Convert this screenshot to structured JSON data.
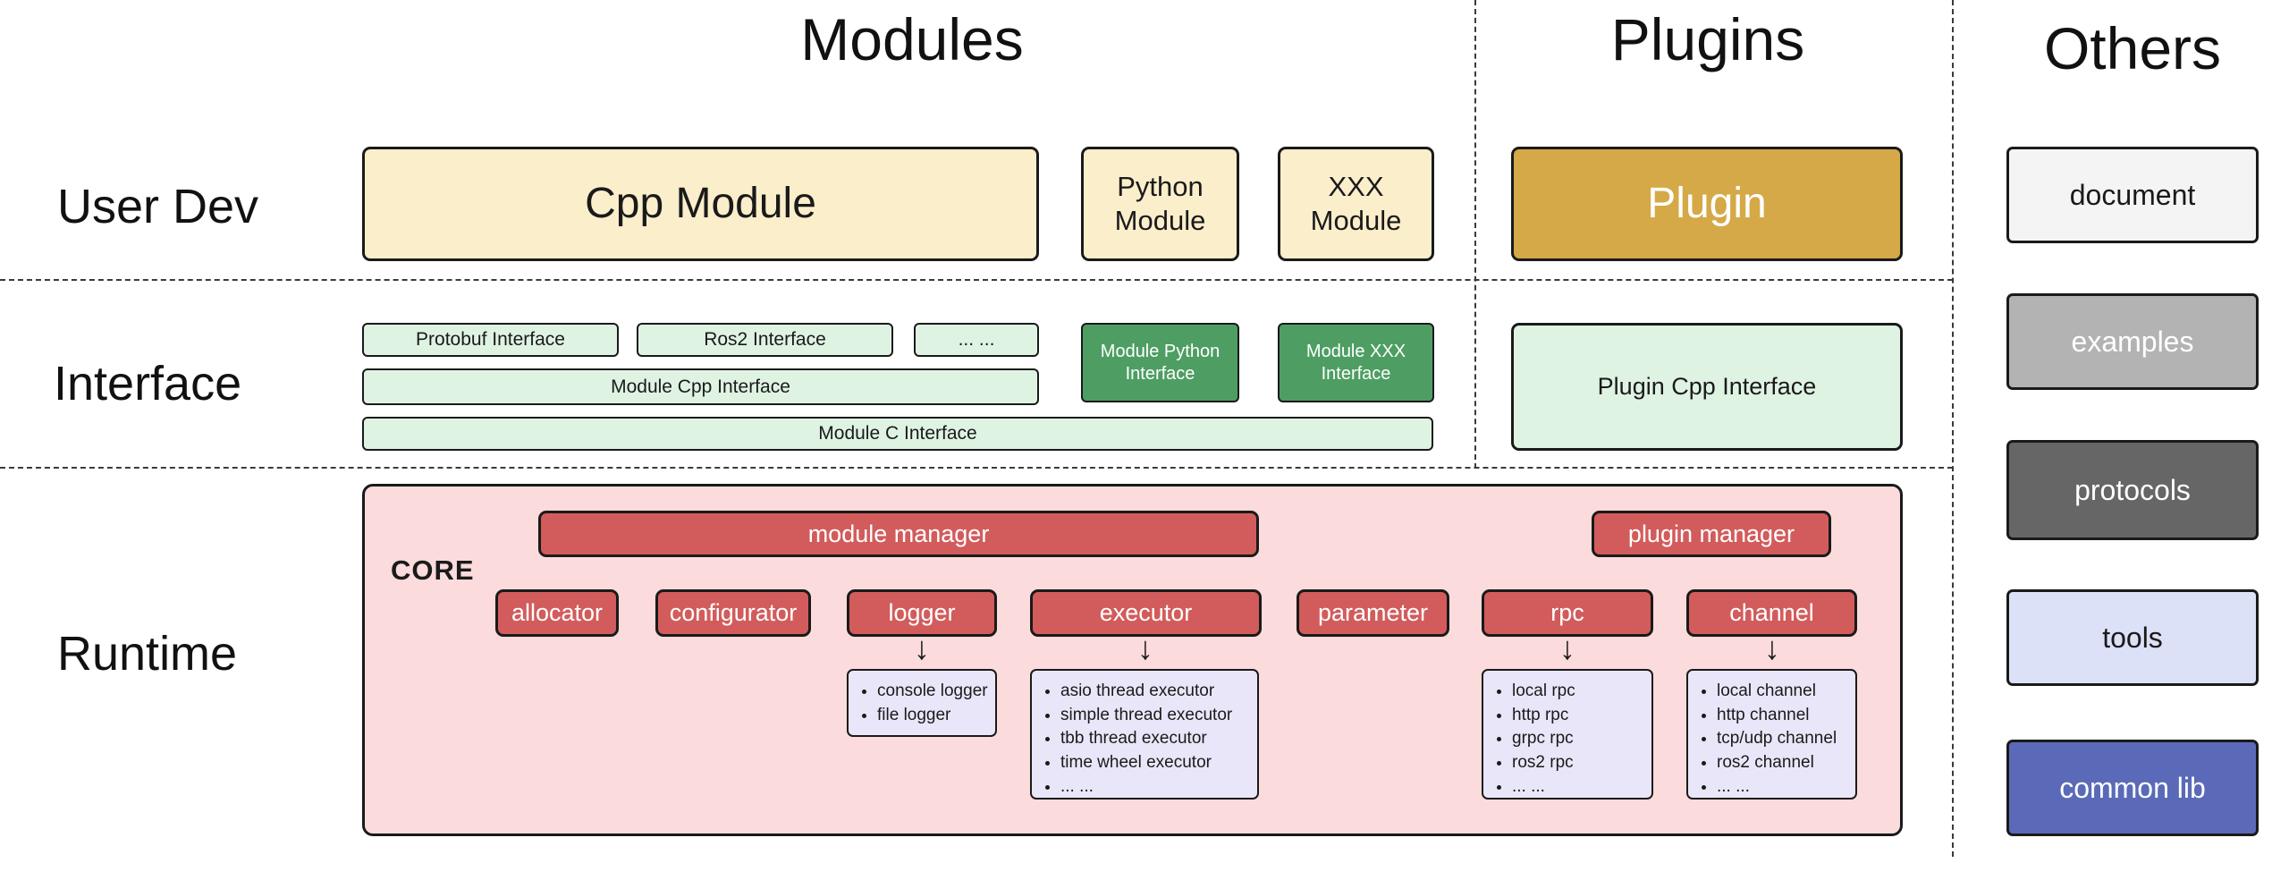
{
  "headers": {
    "modules": "Modules",
    "plugins": "Plugins",
    "others": "Others"
  },
  "rows": {
    "user_dev": "User Dev",
    "interface": "Interface",
    "runtime": "Runtime"
  },
  "user_dev": {
    "cpp_module": "Cpp Module",
    "python_module": "Python Module",
    "xxx_module": "XXX Module",
    "plugin": "Plugin"
  },
  "interface": {
    "protobuf": "Protobuf Interface",
    "ros2": "Ros2 Interface",
    "dots": "... ...",
    "module_cpp": "Module Cpp Interface",
    "module_c": "Module C Interface",
    "module_python": "Module Python Interface",
    "module_xxx": "Module XXX Interface",
    "plugin_cpp": "Plugin Cpp Interface"
  },
  "runtime": {
    "core_label": "CORE",
    "module_manager": "module manager",
    "plugin_manager": "plugin manager",
    "components": [
      "allocator",
      "configurator",
      "logger",
      "executor",
      "parameter",
      "rpc",
      "channel"
    ],
    "arrow_glyph": "↓",
    "logger_items": [
      "console logger",
      "file logger"
    ],
    "executor_items": [
      "asio thread executor",
      "simple thread executor",
      "tbb thread executor",
      "time wheel executor",
      "... ..."
    ],
    "rpc_items": [
      "local rpc",
      "http rpc",
      "grpc rpc",
      "ros2 rpc",
      "... ..."
    ],
    "channel_items": [
      "local channel",
      "http channel",
      "tcp/udp channel",
      "ros2 channel",
      "... ..."
    ]
  },
  "others": {
    "items": [
      {
        "label": "document",
        "bg": "#F4F4F4",
        "fg": "#1a1a1a"
      },
      {
        "label": "examples",
        "bg": "#B3B3B3",
        "fg": "#ffffff"
      },
      {
        "label": "protocols",
        "bg": "#666666",
        "fg": "#ffffff"
      },
      {
        "label": "tools",
        "bg": "#DDE1F7",
        "fg": "#1a1a1a"
      },
      {
        "label": "common lib",
        "bg": "#5A6AB8",
        "fg": "#ffffff"
      }
    ]
  },
  "colors": {
    "module_cream": "#FBEECB",
    "plugin_gold": "#D5A947",
    "interface_light_green": "#DFF3E3",
    "interface_dark_green": "#4E9E63",
    "core_pink": "#FBDBDB",
    "component_red": "#D25C5C",
    "list_lavender": "#EAE6F9",
    "border_dark": "#1a1a1a"
  }
}
